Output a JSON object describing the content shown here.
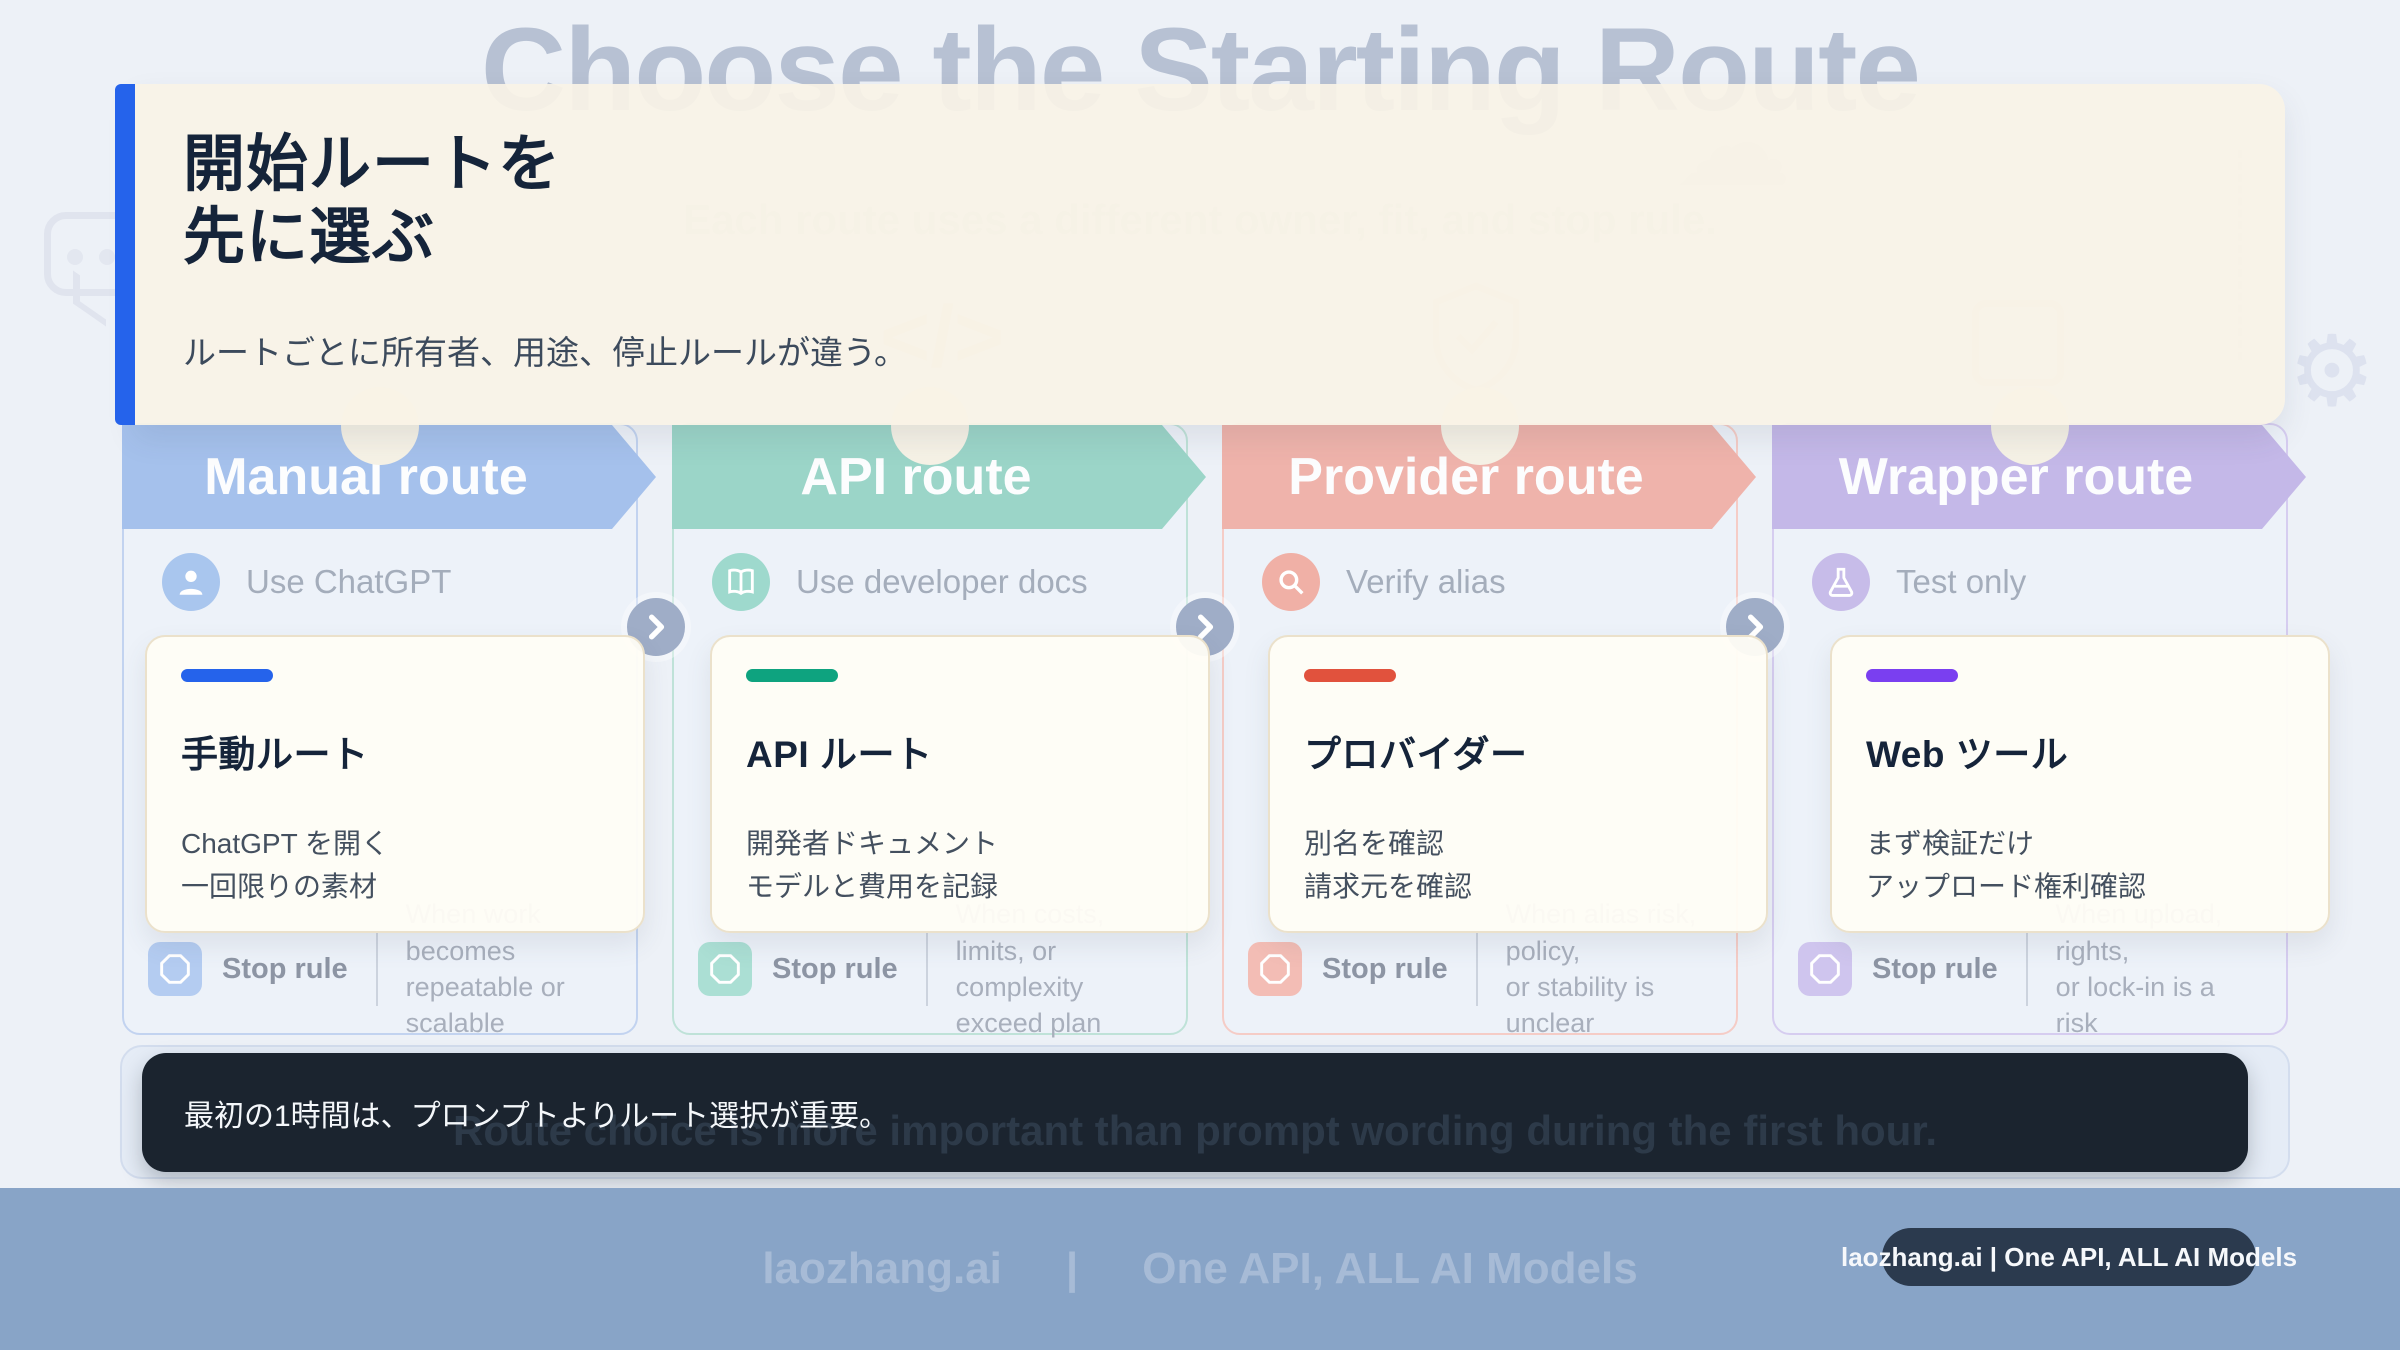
{
  "background": {
    "title": "Choose the Starting Route",
    "subtitle": "Each route uses a different owner, fit, and stop rule.",
    "banner_text": "Route choice is more important than prompt wording during the first hour.",
    "footer_brand": "laozhang.ai",
    "footer_separator": "|",
    "footer_tagline": "One API, ALL AI Models",
    "columns": [
      {
        "header": "Manual route",
        "icon": "user-icon",
        "icon_label": "Use ChatGPT",
        "stop_label": "Stop rule",
        "stop_line1": "When work becomes",
        "stop_line2": "repeatable or scalable",
        "theme": {
          "header_bg": "#a5c1ec",
          "border": "#c2d3f0",
          "icon_bg": "#a9c6ee",
          "stop_icon_bg": "#b4ccf1"
        }
      },
      {
        "header": "API route",
        "icon": "book-icon",
        "icon_label": "Use developer docs",
        "stop_label": "Stop rule",
        "stop_line1": "When costs, limits, or",
        "stop_line2": "complexity exceed plan",
        "theme": {
          "header_bg": "#9bd5c8",
          "border": "#bfe2d8",
          "icon_bg": "#9ed9cd",
          "stop_icon_bg": "#abdfd4"
        }
      },
      {
        "header": "Provider route",
        "icon": "magnifier-icon",
        "icon_label": "Verify alias",
        "stop_label": "Stop rule",
        "stop_line1": "When alias risk, policy,",
        "stop_line2": "or stability is unclear",
        "theme": {
          "header_bg": "#efb3ab",
          "border": "#f5ccc6",
          "icon_bg": "#f0b0a6",
          "stop_icon_bg": "#f3bdb5"
        }
      },
      {
        "header": "Wrapper route",
        "icon": "flask-icon",
        "icon_label": "Test only",
        "stop_label": "Stop rule",
        "stop_line1": "When upload, rights,",
        "stop_line2": "or lock-in is a risk",
        "theme": {
          "header_bg": "#c4b8e8",
          "border": "#d6cdf0",
          "icon_bg": "#c7bce9",
          "stop_icon_bg": "#cfc5ee"
        }
      }
    ]
  },
  "hero": {
    "title_line1": "開始ルートを",
    "title_line2": "先に選ぶ",
    "subtitle": "ルートごとに所有者、用途、停止ルールが違う。",
    "accent_color": "#2563eb"
  },
  "overlay_cards": [
    {
      "title": "手動ルート",
      "line1": "ChatGPT を開く",
      "line2": "一回限りの素材",
      "accent": "#2563eb"
    },
    {
      "title": "API ルート",
      "line1": "開発者ドキュメント",
      "line2": "モデルと費用を記録",
      "accent": "#0ea37f"
    },
    {
      "title": "プロバイダー",
      "line1": "別名を確認",
      "line2": "請求元を確認",
      "accent": "#e1523d"
    },
    {
      "title": "Web ツール",
      "line1": "まず検証だけ",
      "line2": "アップロード権利確認",
      "accent": "#7a3ff0"
    }
  ],
  "callout": {
    "text": "最初の1時間は、プロンプトよりルート選択が重要。"
  },
  "footer": {
    "badge_text": "laozhang.ai | One API, ALL AI Models"
  }
}
